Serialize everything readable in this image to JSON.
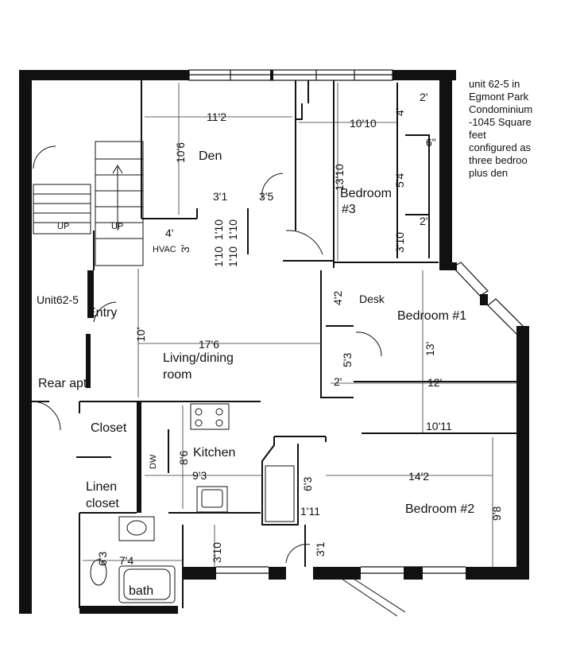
{
  "description_lines": [
    "unit 62-5 in",
    "Egmont Park",
    "Condominium",
    "-1045 Square",
    "feet",
    "configured as",
    "three bedroo",
    "plus den"
  ],
  "rooms": {
    "den": "Den",
    "bedroom3_line1": "Bedroom",
    "bedroom3_line2": "#3",
    "bedroom1": "Bedroom #1",
    "bedroom2": "Bedroom #2",
    "living_line1": "Living/dining",
    "living_line2": "room",
    "kitchen": "Kitchen",
    "closet": "Closet",
    "linen_line1": "Linen",
    "linen_line2": "closet",
    "bath": "bath",
    "entry": "Entry",
    "rear_apt": "Rear apt",
    "desk": "Desk",
    "hvac": "HVAC",
    "dw": "DW",
    "up1": "UP",
    "up2": "UP",
    "unit_label": "Unit62-5"
  },
  "dimensions": {
    "den_width": "11'2",
    "den_depth": "10'6",
    "bed3_width": "10'10",
    "bed3_depth": "13'10",
    "closet_top": "2'",
    "closet_4": "4'",
    "closet_6": "6\"",
    "closet_54": "5'4",
    "closet_2b": "2'",
    "closet_310": "3'10",
    "hall_31": "3'1",
    "hall_35": "3'5",
    "hall_1101a": "1'10",
    "hall_1101b": "1'10",
    "hall_1101c": "1'10",
    "hall_1101d": "1'10",
    "hvac_4": "4'",
    "hvac_3": "3'",
    "bed1_42": "4'2",
    "bed1_13": "13'",
    "bed1_12": "12'",
    "bed1_1011": "10'11",
    "bed1_53": "5'3",
    "bed1_2": "2'",
    "living_width": "17'6",
    "living_depth": "10'",
    "kitchen_width": "9'3",
    "kitchen_depth": "8'6",
    "bed2_width": "14'2",
    "bed2_depth": "9'8",
    "bed2_63": "6'3",
    "bed2_111": "1'11",
    "bath_width": "7'4",
    "bath_depth": "6'3",
    "hall_310b": "3'10",
    "hall_31b": "3'1"
  }
}
